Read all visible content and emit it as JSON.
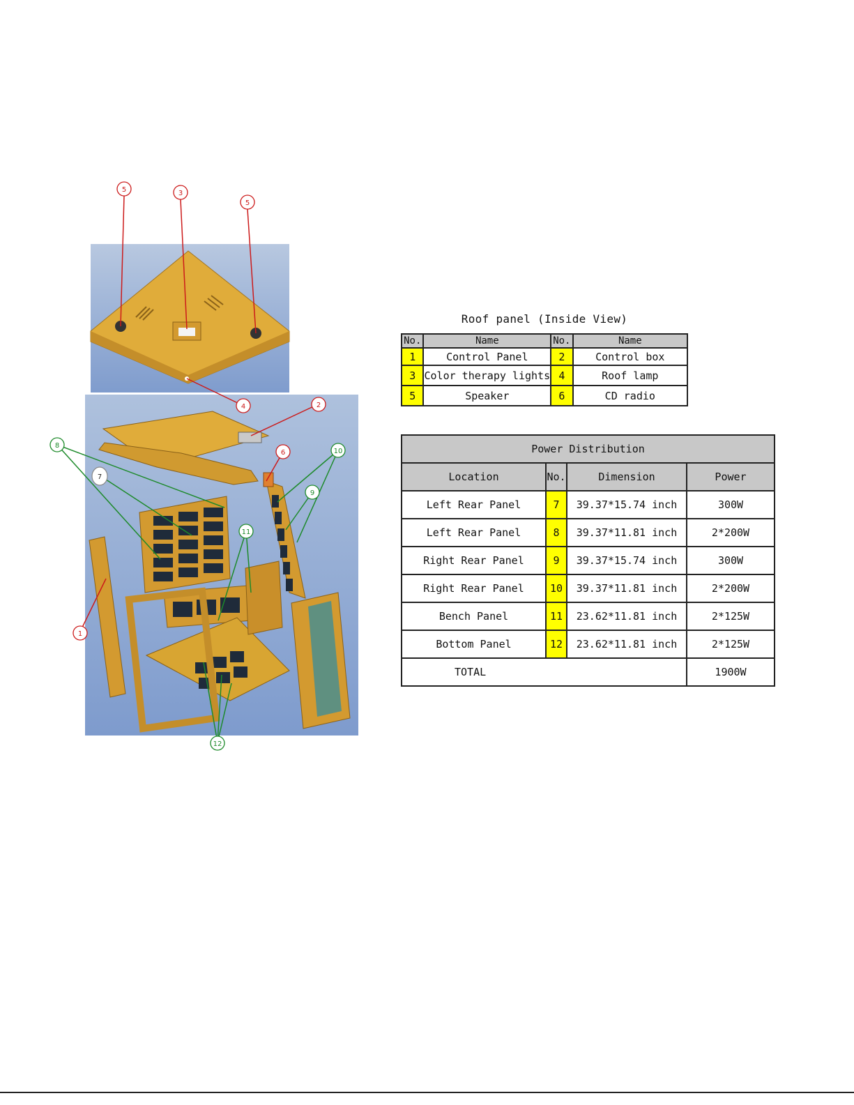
{
  "roof_table": {
    "caption": "Roof panel (Inside View)",
    "headers": [
      "No.",
      "Name",
      "No.",
      "Name"
    ],
    "rows": [
      [
        {
          "no": "1",
          "name": "Control Panel"
        },
        {
          "no": "2",
          "name": "Control box"
        }
      ],
      [
        {
          "no": "3",
          "name": "Color therapy lights"
        },
        {
          "no": "4",
          "name": "Roof lamp"
        }
      ],
      [
        {
          "no": "5",
          "name": "Speaker"
        },
        {
          "no": "6",
          "name": "CD radio"
        }
      ]
    ]
  },
  "power_table": {
    "title": "Power Distribution",
    "headers": [
      "Location",
      "No.",
      "Dimension",
      "Power"
    ],
    "rows": [
      {
        "location": "Left Rear Panel",
        "no": "7",
        "dimension": "39.37*15.74 inch",
        "power": "300W"
      },
      {
        "location": "Left Rear Panel",
        "no": "8",
        "dimension": "39.37*11.81 inch",
        "power": "2*200W"
      },
      {
        "location": "Right Rear Panel",
        "no": "9",
        "dimension": "39.37*15.74 inch",
        "power": "300W"
      },
      {
        "location": "Right Rear Panel",
        "no": "10",
        "dimension": "39.37*11.81 inch",
        "power": "2*200W"
      },
      {
        "location": "Bench Panel",
        "no": "11",
        "dimension": "23.62*11.81 inch",
        "power": "2*125W"
      },
      {
        "location": "Bottom Panel",
        "no": "12",
        "dimension": "23.62*11.81 inch",
        "power": "2*125W"
      }
    ],
    "total_label": "TOTAL",
    "total_power": "1900W"
  },
  "diagram": {
    "callouts_red": [
      "5",
      "3",
      "5",
      "4",
      "2",
      "6",
      "1"
    ],
    "callouts_green": [
      "8",
      "7",
      "10",
      "9",
      "11",
      "12"
    ],
    "colors": {
      "wood": "#e0ac3a",
      "panel": "#1f2b3a",
      "sky": "#9cb4d8",
      "red": "#cc1a1a",
      "green": "#1d8a2a"
    }
  }
}
